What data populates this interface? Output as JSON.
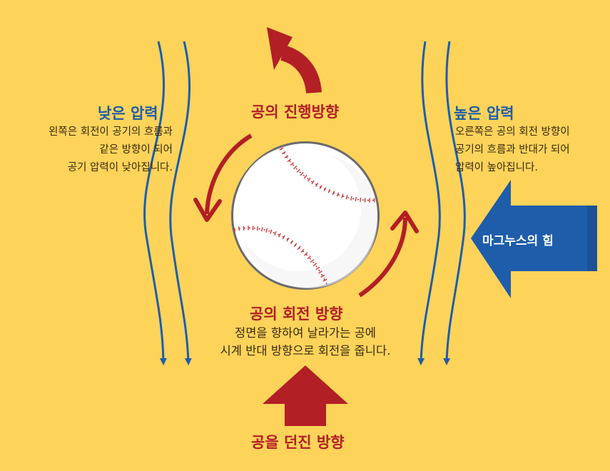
{
  "left_panel": {
    "title": "낮은 압력",
    "lines": [
      "왼쪽은 회전이 공기의 흐름과",
      "같은 방향이 되어",
      "공기 압력이 낮아집니다."
    ]
  },
  "right_panel": {
    "title": "높은 압력",
    "lines": [
      "오른쪽은 공의 회전 방향이",
      "공기의 흐름과 반대가 되어",
      "압력이 높아집니다."
    ]
  },
  "travel_direction": "공의 진행방향",
  "rotation": {
    "title": "공의 회전 방향",
    "lines": [
      "정면을 향하여 날라가는 공에",
      "시계 반대 방향으로 회전을 줍니다."
    ]
  },
  "throw_direction": "공을 던진 방향",
  "magnus_force": "마그누스의 힘",
  "colors": {
    "background": "#FDD35A",
    "blue": "#1E5DAA",
    "red": "#B21F25",
    "text": "#3A2A12"
  }
}
